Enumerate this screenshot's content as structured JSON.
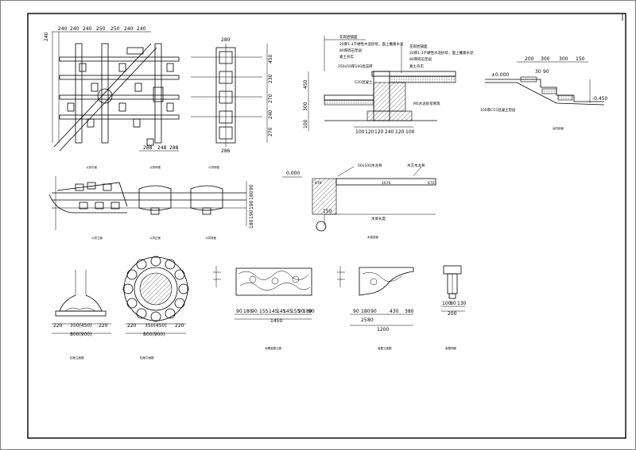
{
  "sheet": {
    "title_tick": "|"
  },
  "plan_view": {
    "top_dims": [
      "240",
      "240",
      "240",
      "250",
      "250",
      "240",
      "240"
    ],
    "left_dims": [
      "240"
    ],
    "side_plan_top": "280",
    "side_plan_dims": [
      "450",
      "230",
      "270",
      "240",
      "270"
    ],
    "bottom_dims": [
      "288",
      "248",
      "288"
    ],
    "side_plan_bottom": "286",
    "captions": [
      "斗拱平面",
      "斗拱仰视",
      "斗拱侧视"
    ]
  },
  "wall_section": {
    "labels": [
      "花岗岩铺面",
      "20厚1:3干硬性水泥砂浆，面上撒素水泥",
      "80厚碎石垫层",
      "素土夯实"
    ],
    "labels_right": [
      "花岗岩铺面",
      "20厚1:3干硬性水泥砂浆，面上撒素水泥",
      "80厚碎石垫层",
      "素土夯实"
    ],
    "wall_note": "350x50厚100高压砖",
    "block_note": "C20混凝土",
    "base_note": "M5水泥砂浆砌筑",
    "left_dims": [
      "450",
      "300",
      "100"
    ],
    "bottom_dims": [
      "100",
      "120",
      "120",
      "240",
      "120",
      "100"
    ]
  },
  "stair_section": {
    "top_dims": [
      "200",
      "300",
      "300",
      "150"
    ],
    "level_top": "±0.000",
    "level_bottom": "-0.450",
    "step_dims": [
      "30",
      "90"
    ],
    "note": "100厚C15混凝土垫层",
    "caption": "台阶剖面"
  },
  "eave_elevation": {
    "right_dims": [
      "90",
      "180",
      "190",
      "190",
      "180"
    ],
    "captions": [
      "斗拱立面",
      "斗拱正面",
      "斗拱背面"
    ]
  },
  "beam_detail": {
    "level": "0.000",
    "note_top": "50x100木龙骨",
    "note_right": "木方木龙骨",
    "beam_labels": [
      "670",
      "1670",
      "670"
    ],
    "dim_bottom": "150",
    "length_label": "木梁长度",
    "caption": "木梁剖面"
  },
  "column_base": {
    "dims_left": [
      "220",
      "350(450)",
      "220"
    ],
    "dim_total": "800(900)",
    "caption": "柱础立面图"
  },
  "column_base_plan": {
    "dims": [
      "220",
      "350(450)",
      "220"
    ],
    "dim_total": "800(900)",
    "caption": "柱础平面图"
  },
  "bracket_long": {
    "bottom_dims": [
      "90",
      "180",
      "90",
      "155",
      "145",
      "145",
      "145",
      "155",
      "90",
      "180",
      "90"
    ],
    "total": "1450",
    "caption": "木雕雀替立面"
  },
  "bracket_short": {
    "bottom_dims": [
      "90",
      "180",
      "90",
      "430",
      "380"
    ],
    "sub_dims": [
      "25",
      "80"
    ],
    "total": "1200",
    "caption": "雀替立面图"
  },
  "bracket_side": {
    "dims": [
      "100",
      "80",
      "130"
    ],
    "total": "200",
    "caption": "雀替侧面"
  }
}
